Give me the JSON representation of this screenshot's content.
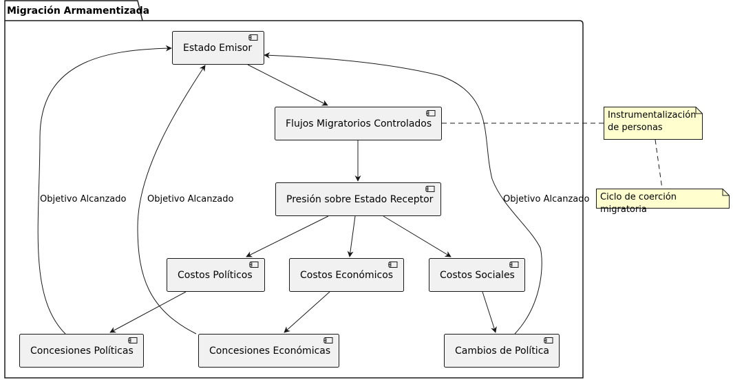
{
  "package": {
    "title": "Migración Armamentizada"
  },
  "components": {
    "emisor": "Estado Emisor",
    "flujos": "Flujos Migratorios Controlados",
    "presion": "Presión sobre Estado Receptor",
    "costos_politicos": "Costos Políticos",
    "costos_economicos": "Costos Económicos",
    "costos_sociales": "Costos Sociales",
    "concesiones_politicas": "Concesiones Políticas",
    "concesiones_economicas": "Concesiones Económicas",
    "cambios_politica": "Cambios de Política"
  },
  "edge_labels": {
    "left": "Objetivo Alcanzado",
    "middle": "Objetivo Alcanzado",
    "right": "Objetivo Alcanzado"
  },
  "notes": {
    "instrumentalizacion": "Instrumentalización\nde personas",
    "ciclo": "Ciclo de coerción migratoria"
  },
  "colors": {
    "component_fill": "#f1f1f1",
    "note_fill": "#fefece",
    "line": "#181818"
  }
}
